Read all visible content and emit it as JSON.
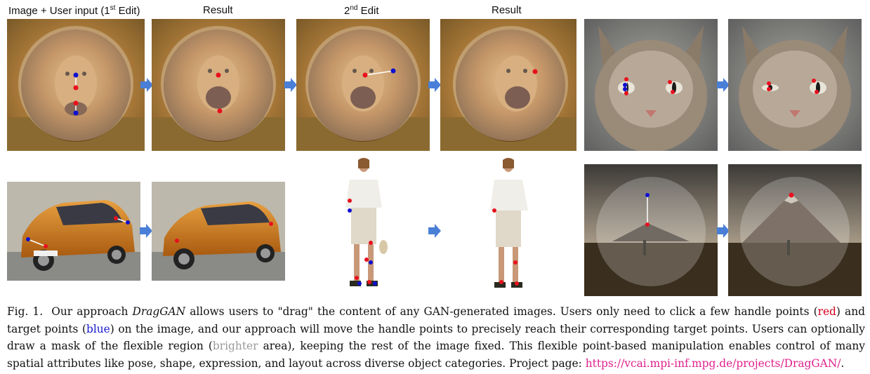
{
  "headers": {
    "input": {
      "base": "Image + User input (1",
      "sup": "st",
      "tail": " Edit)"
    },
    "result1": "Result",
    "edit2": {
      "base": "2",
      "sup": "nd",
      "tail": " Edit"
    },
    "result2": "Result"
  },
  "caption": {
    "fig_label": "Fig. 1.",
    "part1": "Our approach ",
    "method_name": "DragGAN",
    "part2": " allows users to \"drag\" the content of any GAN-generated images. Users only need to click a few handle points (",
    "red_word": "red",
    "part3": ") and target points (",
    "blue_word": "blue",
    "part4": ") on the image, and our approach will move the handle points to precisely reach their corresponding target points. Users can optionally draw a mask of the flexible region (",
    "gray_word": "brighter",
    "part5": " area), keeping the rest of the image fixed. This flexible point-based manipulation enables control of many spatial attributes like pose, shape, expression, and layout across diverse object categories. Project page: ",
    "link": "https://vcai.mpi-inf.mpg.de/projects/DragGAN/",
    "end": "."
  },
  "colors": {
    "handle_point": "#e8101e",
    "target_point": "#1010d0",
    "arrow": "#4a7fd8",
    "link": "#e0208c"
  },
  "panels": [
    "lion-input",
    "lion-result-1",
    "lion-edit-2",
    "lion-result-2",
    "cat-input",
    "cat-result",
    "car-input",
    "car-result",
    "woman-input",
    "woman-result",
    "mountain-input",
    "mountain-result"
  ]
}
